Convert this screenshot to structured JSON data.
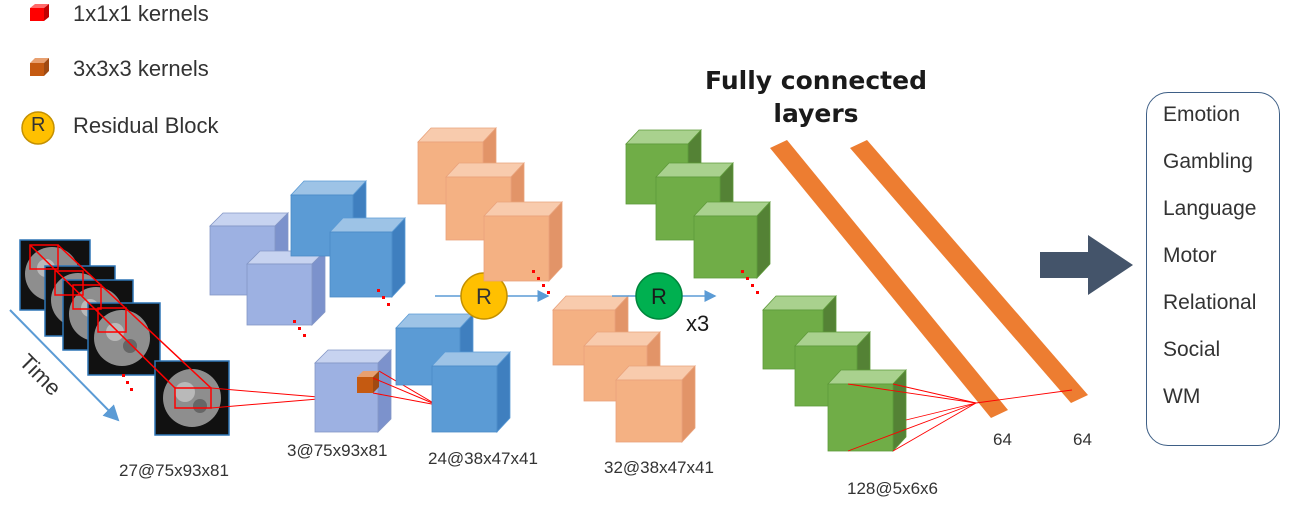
{
  "legend": {
    "kernel_1x1x1": "1x1x1 kernels",
    "kernel_3x3x3": "3x3x3 kernels",
    "residual_symbol": "R",
    "residual_label": "Residual Block"
  },
  "input": {
    "time_label": "Time",
    "dims": "27@75x93x81"
  },
  "layers": {
    "conv1_dims": "3@75x93x81",
    "conv2_dims": "24@38x47x41",
    "conv3_dims": "32@38x47x41",
    "conv4_dims": "128@5x6x6"
  },
  "residual": {
    "symbol": "R",
    "repeat": "x3"
  },
  "fully_connected": {
    "title": "Fully connected layers",
    "unit1": "64",
    "unit2": "64"
  },
  "outputs": [
    "Emotion",
    "Gambling",
    "Language",
    "Motor",
    "Relational",
    "Social",
    "WM"
  ],
  "colors": {
    "blue_light": "#9db1e2",
    "blue": "#5b9bd5",
    "salmon": "#f4b183",
    "green": "#70ad47",
    "fc_orange": "#ed7d31",
    "residual_yellow": "#ffc000",
    "residual_green": "#00b050",
    "red_kernel": "#ff0000",
    "arrow_dark": "#44546a",
    "box_border": "#3e5f86"
  }
}
